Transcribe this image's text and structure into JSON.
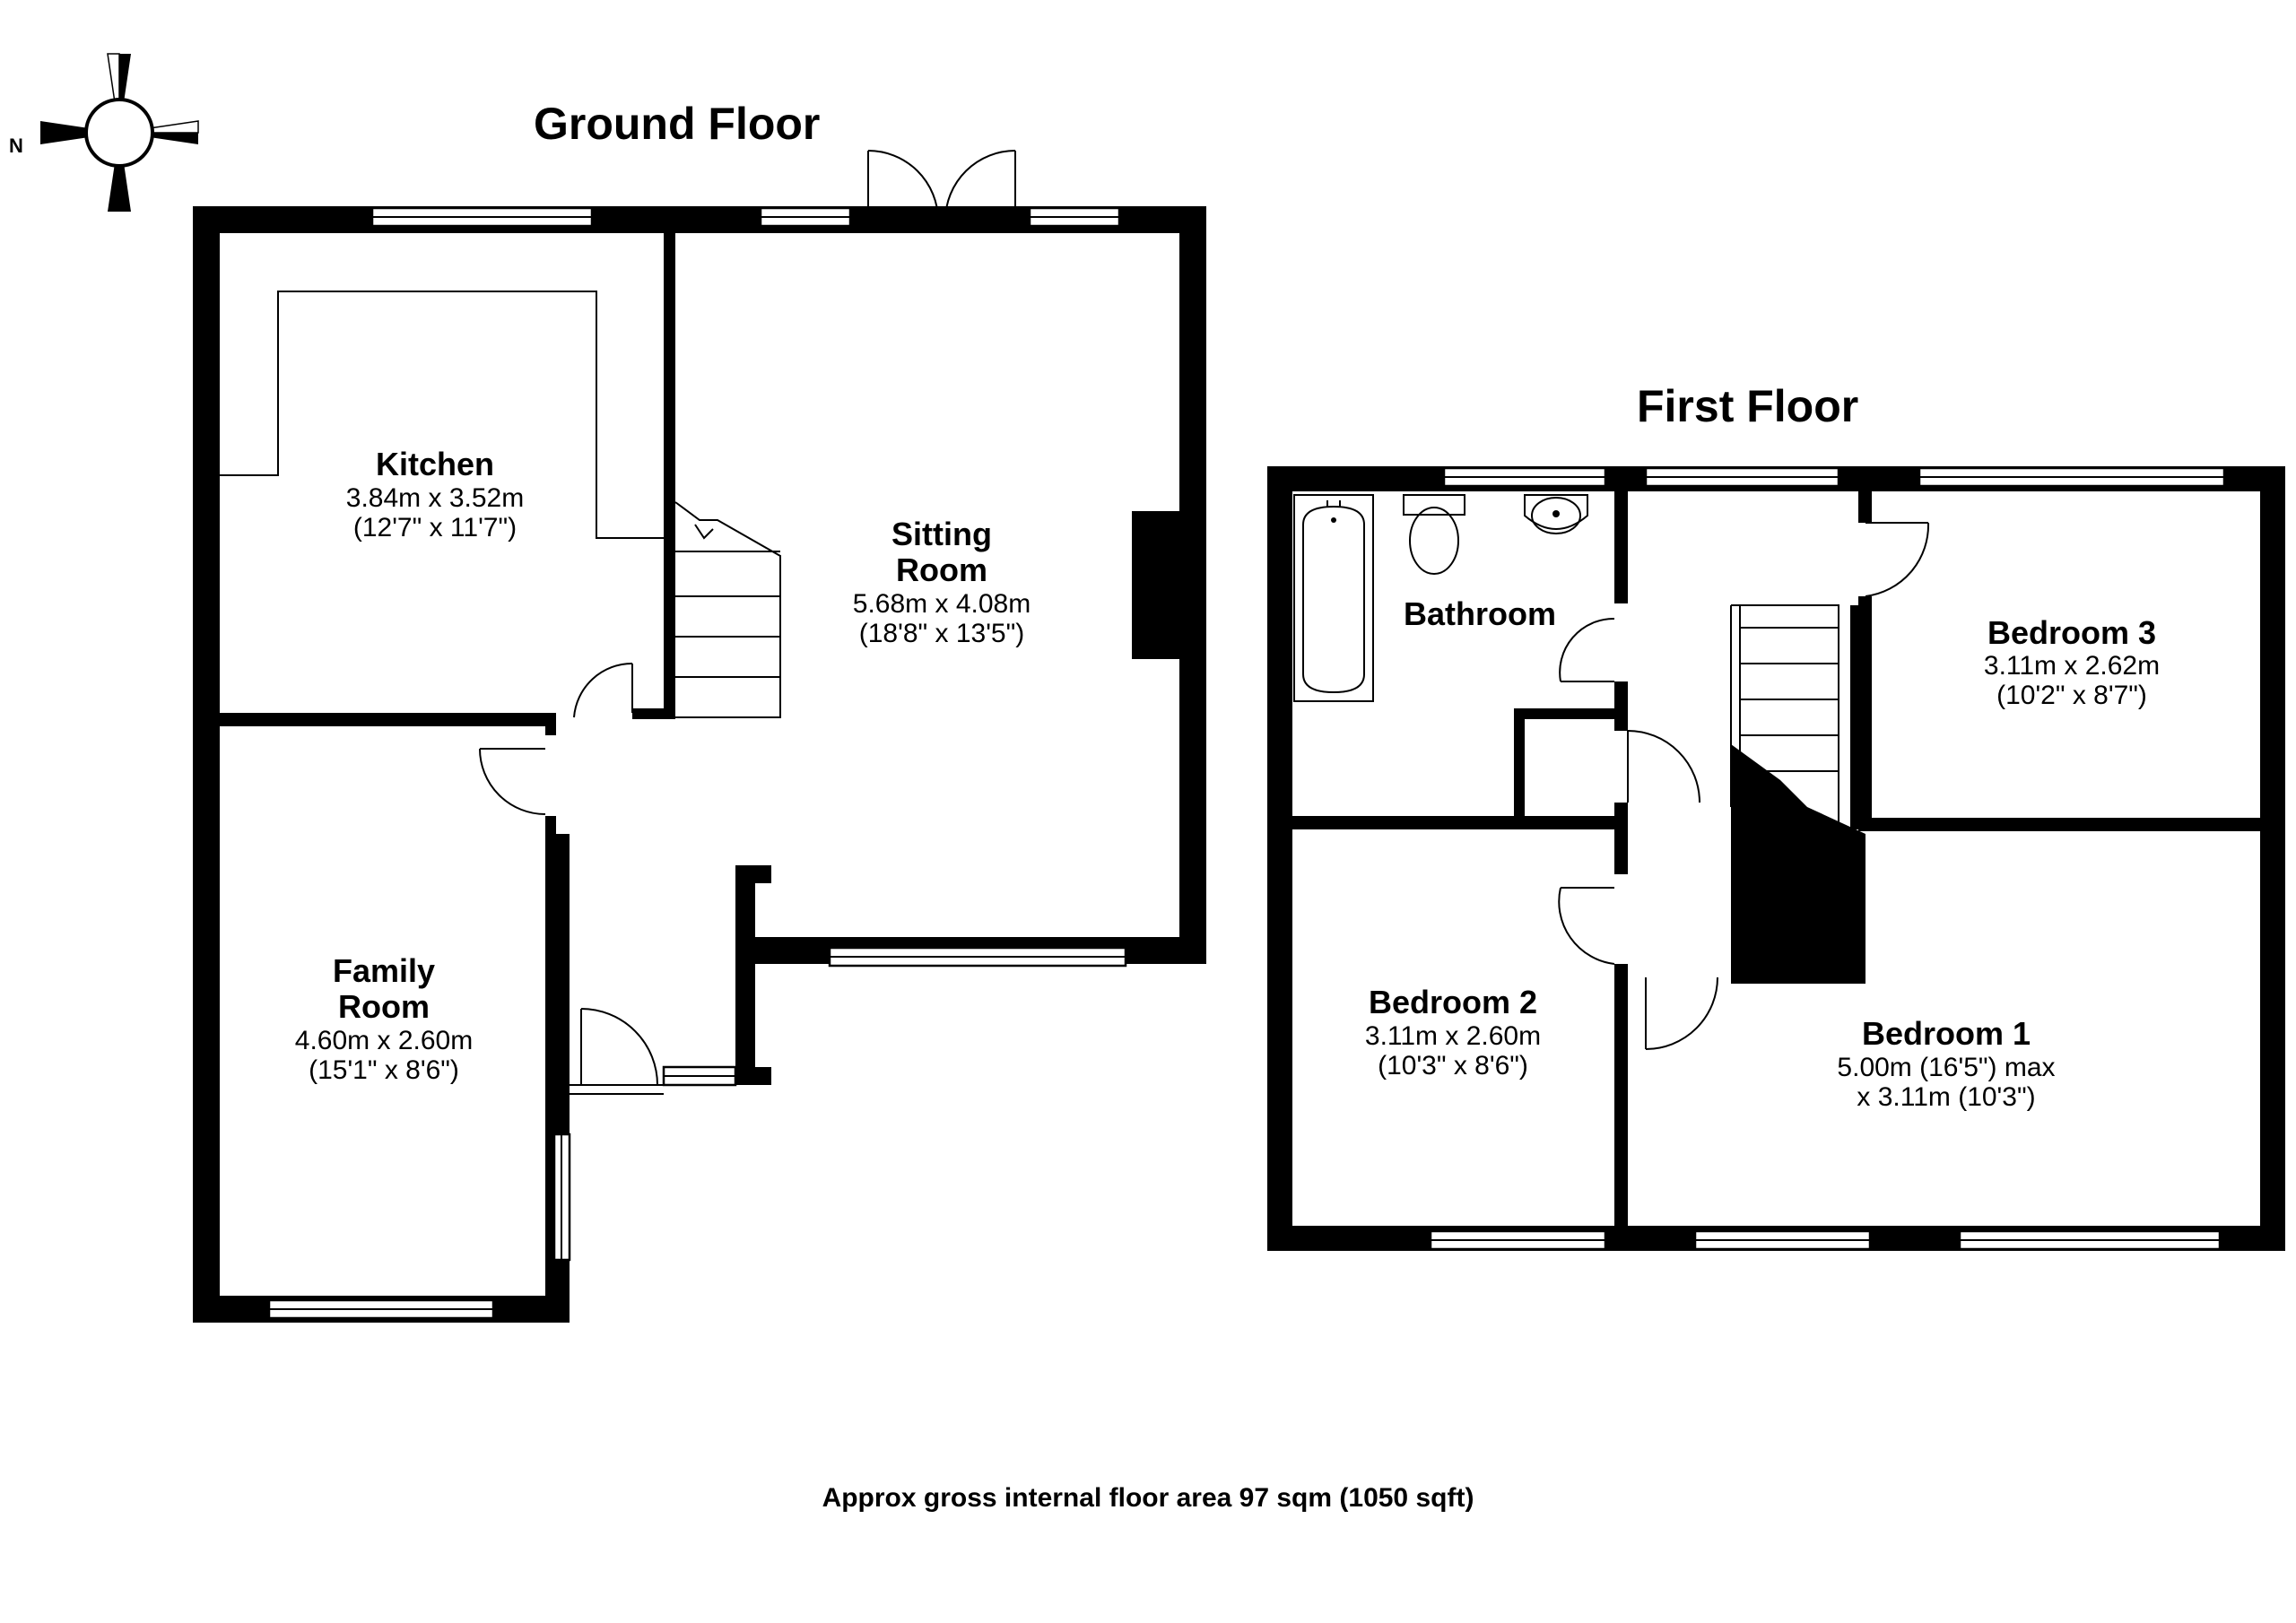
{
  "compass": {
    "label": "N",
    "icon": "compass-rose-icon"
  },
  "ground_floor": {
    "title": "Ground Floor",
    "rooms": {
      "kitchen": {
        "name": "Kitchen",
        "metric": "3.84m x 3.52m",
        "imperial": "(12'7\" x 11'7\")"
      },
      "sitting_room": {
        "name_line1": "Sitting",
        "name_line2": "Room",
        "metric": "5.68m x 4.08m",
        "imperial": "(18'8\" x 13'5\")"
      },
      "family_room": {
        "name_line1": "Family",
        "name_line2": "Room",
        "metric": "4.60m x 2.60m",
        "imperial": "(15'1\" x 8'6\")"
      }
    }
  },
  "first_floor": {
    "title": "First Floor",
    "rooms": {
      "bathroom": {
        "name": "Bathroom"
      },
      "bedroom_3": {
        "name": "Bedroom 3",
        "metric": "3.11m x 2.62m",
        "imperial": "(10'2\" x 8'7\")"
      },
      "bedroom_2": {
        "name": "Bedroom 2",
        "metric": "3.11m x 2.60m",
        "imperial": "(10'3\" x 8'6\")"
      },
      "bedroom_1": {
        "name": "Bedroom 1",
        "line1": "5.00m (16'5\") max",
        "line2": "x 3.11m (10'3\")"
      }
    }
  },
  "footer": {
    "text": "Approx gross internal floor area 97 sqm (1050 sqft)"
  }
}
